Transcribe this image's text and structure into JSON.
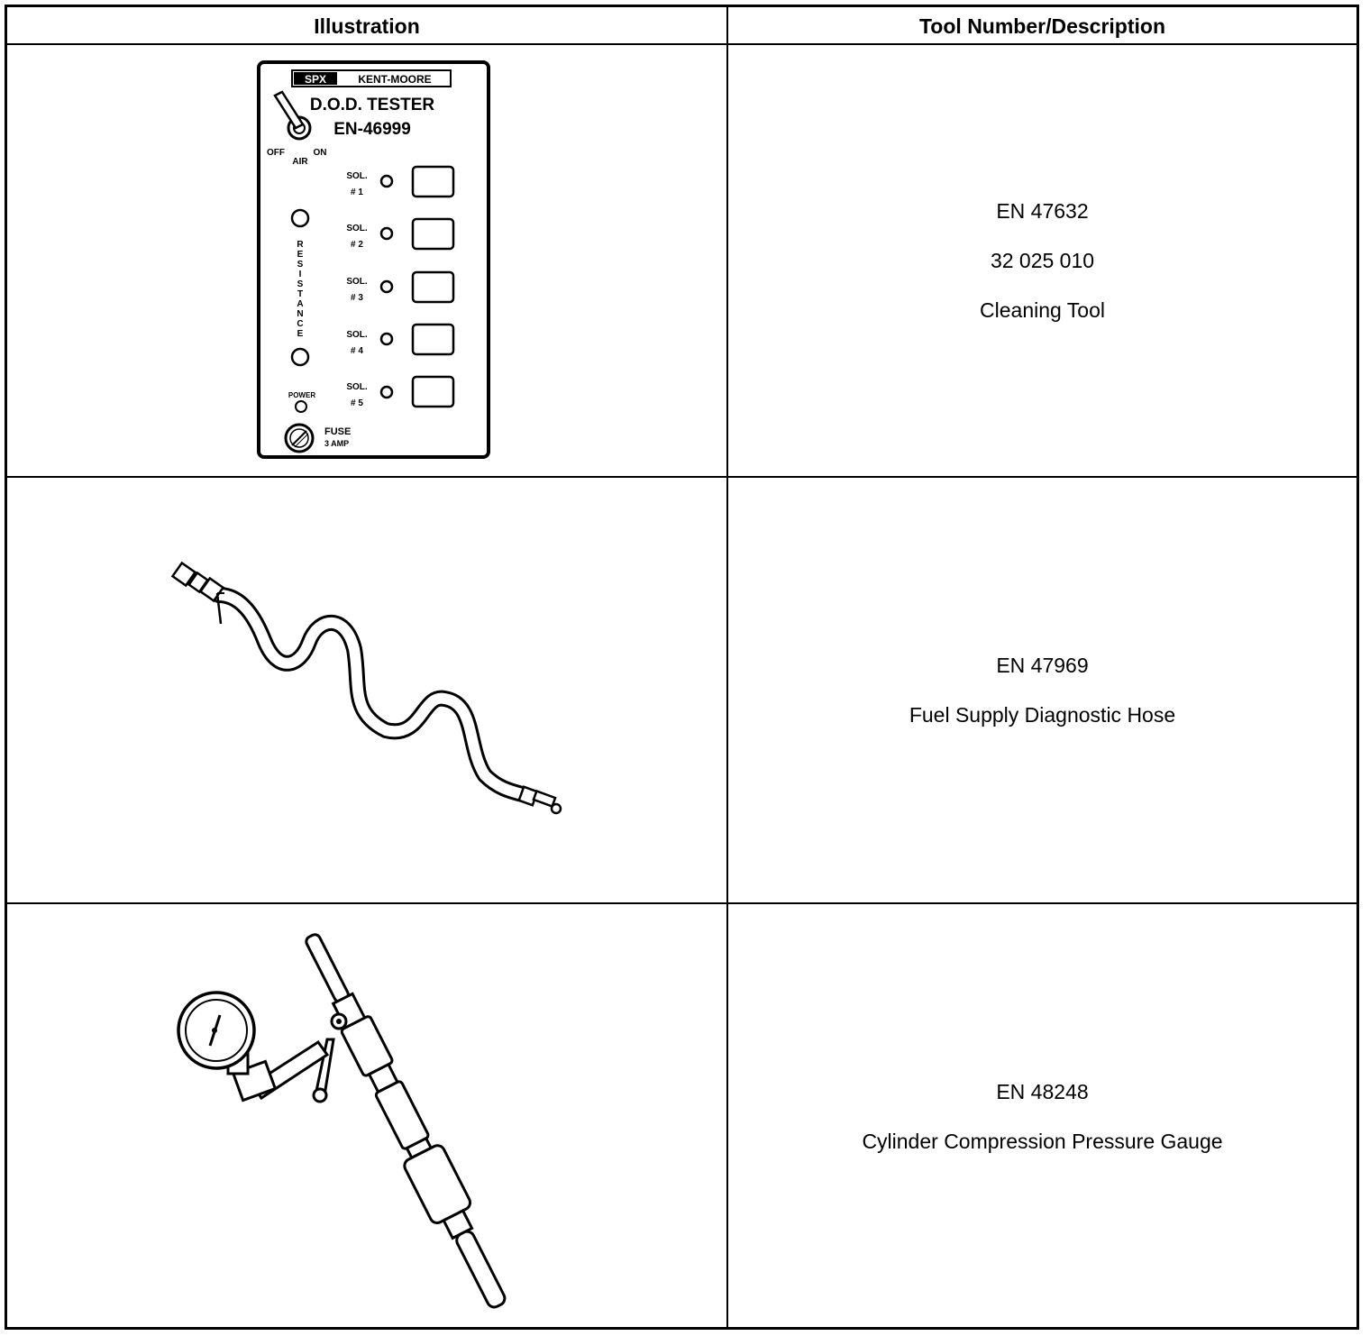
{
  "header": {
    "illustration": "Illustration",
    "tool": "Tool Number/Description"
  },
  "rows": [
    {
      "lines": [
        "EN 47632",
        "32 025 010",
        "Cleaning Tool"
      ],
      "tester": {
        "brand1": "SPX",
        "brand2": "KENT-MOORE",
        "title1": "D.O.D. TESTER",
        "title2": "EN-46999",
        "off": "OFF",
        "on": "ON",
        "air": "AIR",
        "resistance_letters": [
          "R",
          "E",
          "S",
          "I",
          "S",
          "T",
          "A",
          "N",
          "C",
          "E"
        ],
        "sol": "SOL.",
        "sol_numbers": [
          "# 1",
          "# 2",
          "# 3",
          "# 4",
          "# 5"
        ],
        "power": "POWER",
        "fuse": "FUSE",
        "amp": "3 AMP"
      }
    },
    {
      "lines": [
        "EN 47969",
        "Fuel Supply Diagnostic Hose"
      ]
    },
    {
      "lines": [
        "EN 48248",
        "Cylinder Compression Pressure Gauge"
      ]
    }
  ]
}
